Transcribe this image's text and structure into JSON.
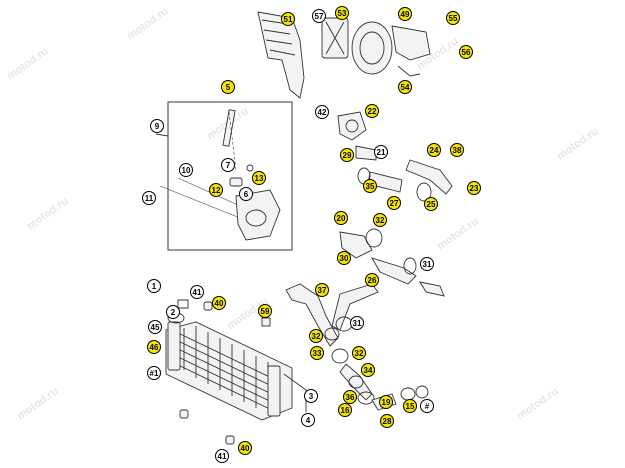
{
  "watermark": {
    "text": "motod.ru"
  },
  "colors": {
    "callout_highlight": "#f5e600",
    "line": "#333333"
  },
  "callouts": [
    {
      "label": "51",
      "style": "highlight"
    },
    {
      "label": "57",
      "style": "plain"
    },
    {
      "label": "53",
      "style": "highlight"
    },
    {
      "label": "49",
      "style": "highlight"
    },
    {
      "label": "55",
      "style": "highlight"
    },
    {
      "label": "56",
      "style": "highlight"
    },
    {
      "label": "54",
      "style": "highlight"
    },
    {
      "label": "5",
      "style": "highlight"
    },
    {
      "label": "9",
      "style": "plain"
    },
    {
      "label": "42",
      "style": "plain"
    },
    {
      "label": "22",
      "style": "highlight"
    },
    {
      "label": "29",
      "style": "highlight"
    },
    {
      "label": "21",
      "style": "plain"
    },
    {
      "label": "24",
      "style": "highlight"
    },
    {
      "label": "38",
      "style": "highlight"
    },
    {
      "label": "10",
      "style": "plain"
    },
    {
      "label": "7",
      "style": "plain"
    },
    {
      "label": "13",
      "style": "highlight"
    },
    {
      "label": "35",
      "style": "highlight"
    },
    {
      "label": "27",
      "style": "highlight"
    },
    {
      "label": "25",
      "style": "highlight"
    },
    {
      "label": "23",
      "style": "highlight"
    },
    {
      "label": "12",
      "style": "highlight"
    },
    {
      "label": "6",
      "style": "plain"
    },
    {
      "label": "11",
      "style": "plain"
    },
    {
      "label": "20",
      "style": "highlight"
    },
    {
      "label": "32",
      "style": "highlight"
    },
    {
      "label": "30",
      "style": "highlight"
    },
    {
      "label": "31",
      "style": "plain"
    },
    {
      "label": "26",
      "style": "highlight"
    },
    {
      "label": "1",
      "style": "plain"
    },
    {
      "label": "37",
      "style": "highlight"
    },
    {
      "label": "2",
      "style": "plain"
    },
    {
      "label": "41",
      "style": "plain"
    },
    {
      "label": "40",
      "style": "highlight"
    },
    {
      "label": "59",
      "style": "highlight"
    },
    {
      "label": "45",
      "style": "plain"
    },
    {
      "label": "32",
      "style": "highlight"
    },
    {
      "label": "31",
      "style": "plain"
    },
    {
      "label": "46",
      "style": "highlight"
    },
    {
      "label": "33",
      "style": "highlight"
    },
    {
      "label": "32",
      "style": "highlight"
    },
    {
      "label": "#1",
      "style": "plain"
    },
    {
      "label": "34",
      "style": "highlight"
    },
    {
      "label": "36",
      "style": "highlight"
    },
    {
      "label": "3",
      "style": "plain"
    },
    {
      "label": "4",
      "style": "plain"
    },
    {
      "label": "16",
      "style": "highlight"
    },
    {
      "label": "19",
      "style": "highlight"
    },
    {
      "label": "15",
      "style": "highlight"
    },
    {
      "label": "#",
      "style": "plain"
    },
    {
      "label": "28",
      "style": "highlight"
    },
    {
      "label": "40",
      "style": "highlight"
    },
    {
      "label": "41",
      "style": "plain"
    }
  ]
}
